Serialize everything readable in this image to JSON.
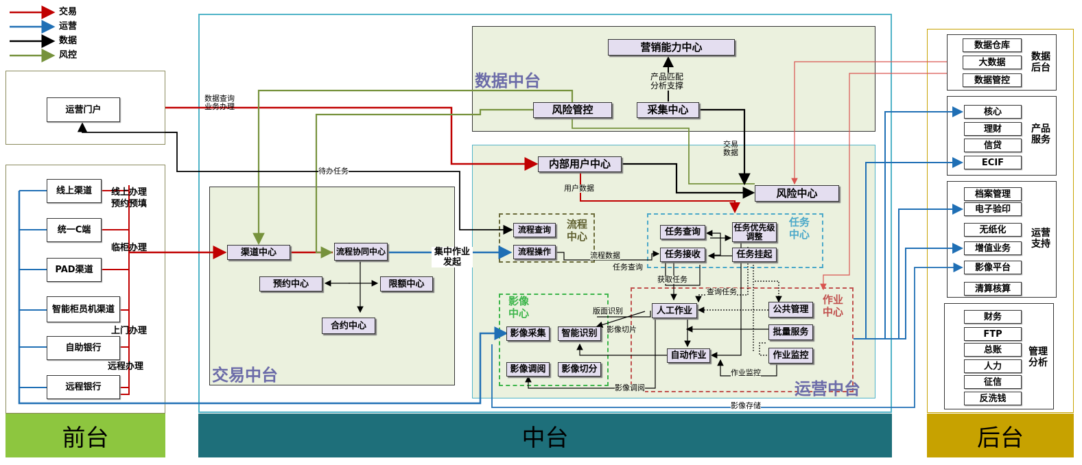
{
  "legend": [
    {
      "label": "交易",
      "color": "#c00000"
    },
    {
      "label": "运营",
      "color": "#1f6fb5"
    },
    {
      "label": "数据",
      "color": "#000000"
    },
    {
      "label": "风控",
      "color": "#76923c"
    }
  ],
  "colors": {
    "trade": "#c00000",
    "ops": "#1f6fb5",
    "data": "#000000",
    "risk": "#76923c",
    "front": "#8dc63f",
    "middle": "#1e6f7a",
    "back": "#c7a200"
  },
  "bands": {
    "front": "前台",
    "middle": "中台",
    "back": "后台"
  },
  "platforms": {
    "data": "数据中台",
    "trade": "交易中台",
    "ops": "运营中台"
  },
  "front": {
    "portal": "运营门户",
    "channels": [
      "线上渠道",
      "统一C端",
      "PAD渠道",
      "智能柜员机渠道",
      "自助银行",
      "远程银行"
    ],
    "modes": [
      "线上办理预约预填",
      "临柜办理",
      "上门办理",
      "远程办理"
    ]
  },
  "data_platform": {
    "marketing": "营销能力中心",
    "risk_ctrl": "风险管控",
    "collect": "采集中心",
    "product_label": "产品匹配分析支撑"
  },
  "trade_platform": {
    "channel": "渠道中心",
    "flow": "流程协同中心",
    "booking": "预约中心",
    "limit": "限额中心",
    "contract": "合约中心"
  },
  "ops_platform": {
    "internal_user": "内部用户中心",
    "risk_center": "风险中心",
    "process_group": "流程中心",
    "process_query": "流程查询",
    "process_op": "流程操作",
    "task_group": "任务中心",
    "task_query": "任务查询",
    "task_priority": "任务优先级调整",
    "task_receive": "任务接收",
    "task_suspend": "任务挂起",
    "image_group": "影像中心",
    "image_collect": "影像采集",
    "smart_rec": "智能识别",
    "image_view": "影像调阅",
    "image_slice": "影像切分",
    "work_group": "作业中心",
    "manual": "人工作业",
    "auto": "自动作业",
    "public_mgmt": "公共管理",
    "batch": "批量服务",
    "monitor": "作业监控"
  },
  "edge_labels": {
    "data_query": "数据查询业务办理",
    "pending": "待办任务",
    "central": "集中作业发起",
    "trade_data": "交易数据",
    "user_data": "用户数据",
    "flow_data": "流程数据",
    "task_query": "任务查询",
    "get_task": "获取任务",
    "query_task": "查询任务",
    "layout_rec": "版面识别",
    "image_slice": "影像切片",
    "work_monitor": "作业监控",
    "image_view": "影像调阅",
    "image_store": "影像存储"
  },
  "back": {
    "data_group": {
      "title": "数据后台",
      "items": [
        "数据仓库",
        "大数据",
        "数据管控"
      ]
    },
    "product_group": {
      "title": "产品服务",
      "items": [
        "核心",
        "理财",
        "信贷",
        "ECIF"
      ]
    },
    "ops_group": {
      "title": "运营支持",
      "items": [
        "档案管理",
        "电子验印",
        "无纸化",
        "增值业务",
        "影像平台",
        "清算核算"
      ]
    },
    "mgmt_group": {
      "title": "管理分析",
      "items": [
        "财务",
        "FTP",
        "总账",
        "人力",
        "征信",
        "反洗钱"
      ]
    }
  }
}
